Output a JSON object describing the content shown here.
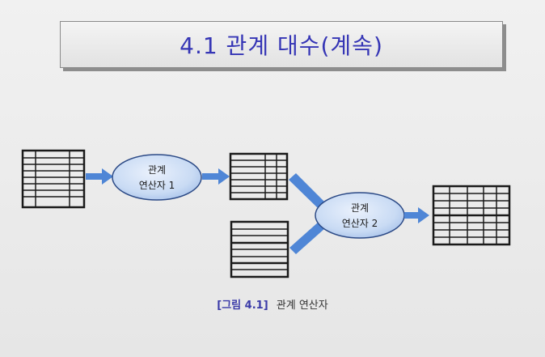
{
  "title": "4.1 관계 대수(계속)",
  "operator1": {
    "line1": "관계",
    "line2": "연산자 1"
  },
  "operator2": {
    "line1": "관계",
    "line2": "연산자 2"
  },
  "caption": {
    "figure": "[그림 4.1]",
    "text": "관계 연산자"
  },
  "colors": {
    "title_text": "#3535b5",
    "arrow": "#4f86d6",
    "ellipse_fill": "#c9dbf4",
    "ellipse_stroke": "#2c4a86",
    "table_stroke": "#1a1a1a"
  }
}
